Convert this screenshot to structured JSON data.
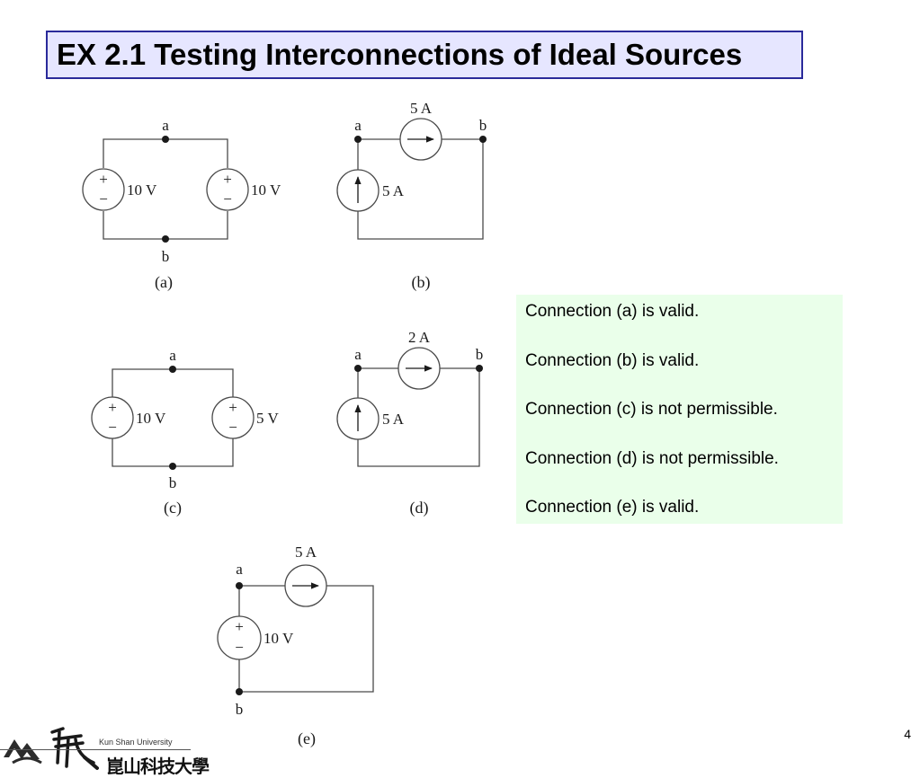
{
  "title": "EX 2.1 Testing Interconnections of Ideal Sources",
  "circuits": {
    "a": {
      "caption": "(a)",
      "node_top": "a",
      "node_bottom": "b",
      "left_source": {
        "kind": "voltage",
        "value": "10 V"
      },
      "right_source": {
        "kind": "voltage",
        "value": "10 V"
      }
    },
    "b": {
      "caption": "(b)",
      "node_left": "a",
      "node_right": "b",
      "series_source": {
        "kind": "current",
        "value": "5 A"
      },
      "left_source": {
        "kind": "current",
        "value": "5 A"
      }
    },
    "c": {
      "caption": "(c)",
      "node_top": "a",
      "node_bottom": "b",
      "left_source": {
        "kind": "voltage",
        "value": "10 V"
      },
      "right_source": {
        "kind": "voltage",
        "value": "5 V"
      }
    },
    "d": {
      "caption": "(d)",
      "node_left": "a",
      "node_right": "b",
      "series_source": {
        "kind": "current",
        "value": "2 A"
      },
      "left_source": {
        "kind": "current",
        "value": "5 A"
      }
    },
    "e": {
      "caption": "(e)",
      "node_top": "a",
      "node_bottom": "b",
      "series_source": {
        "kind": "current",
        "value": "5 A"
      },
      "left_source": {
        "kind": "voltage",
        "value": "10 V"
      }
    }
  },
  "symbols": {
    "plus": "+",
    "minus": "−"
  },
  "answers": [
    "Connection (a) is valid.",
    "Connection (b) is valid.",
    "Connection (c) is not permissible.",
    "Connection (d) is not permissible.",
    "Connection (e) is valid."
  ],
  "page_number": "4",
  "logo": {
    "english": "Kun Shan University",
    "chinese": "崑山科技大學"
  },
  "colors": {
    "title_background": "#e6e6ff",
    "title_border": "#2a2a9a",
    "answer_background": "#eaffea",
    "wire": "#4a4a4a"
  }
}
